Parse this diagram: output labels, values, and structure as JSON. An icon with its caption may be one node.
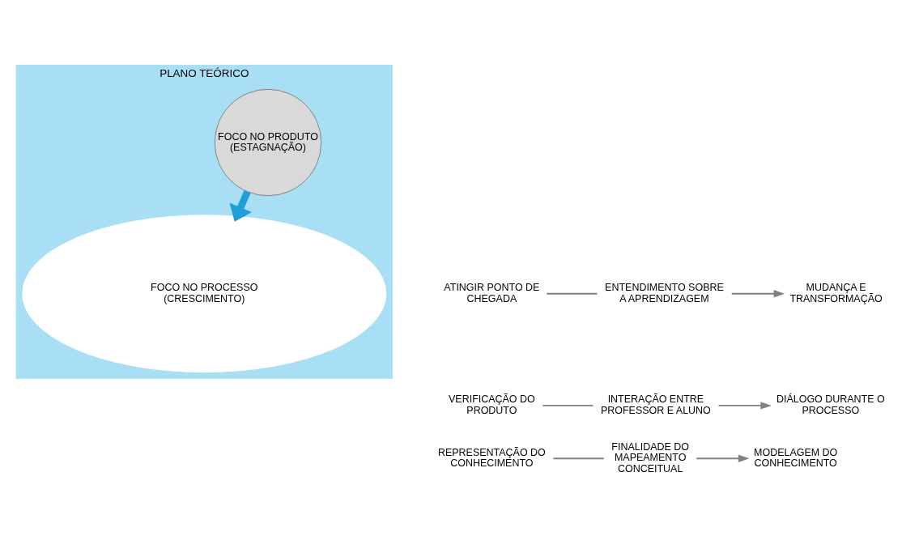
{
  "diagram": {
    "nodes": [
      {
        "text": [
          "PLANO TEÓRICO"
        ]
      },
      {
        "text": [
          "FOCO NO PRODUTO (ESTAGNAÇÃO)"
        ],
        "in": 0
      },
      {
        "text": [
          "FOCO NO PROCESSO (CRESCIMENTO)"
        ],
        "in": 0
      },
      {
        "text": [
          "ATINGIR PONTO DE CHEGADA"
        ]
      },
      {
        "text": [
          "ENTENDIMENTO SOBRE A APRENDIZAGEM"
        ]
      },
      {
        "text": [
          "MUDANÇA E TRANSFORMAÇÃO"
        ]
      },
      {
        "text": [
          "VERIFICAÇÃO DO PRODUTO"
        ]
      },
      {
        "text": [
          "INTERAÇÃO ENTRE PROFESSOR E ALUNO"
        ]
      },
      {
        "text": [
          "DIÁLOGO DURANTE O PROCESSO"
        ]
      },
      {
        "text": [
          "REPRESENTAÇÃO DO CONHECIMENTO"
        ]
      },
      {
        "text": [
          "FINALIDADE DO MAPEAMENTO CONCEITUAL"
        ]
      },
      {
        "text": [
          "MODELAGEM DO CONHECIMENTO"
        ]
      }
    ],
    "edges": [
      {
        "from": 1,
        "to": 2,
        "arrow": "to",
        "style": "thick",
        "color": "#1f9fd8"
      },
      {
        "from": 3,
        "to": 4,
        "arrow": "none"
      },
      {
        "from": 4,
        "to": 5,
        "arrow": "to"
      },
      {
        "from": 6,
        "to": 7,
        "arrow": "none"
      },
      {
        "from": 7,
        "to": 8,
        "arrow": "to"
      },
      {
        "from": 9,
        "to": 10,
        "arrow": "none"
      },
      {
        "from": 10,
        "to": 11,
        "arrow": "to"
      }
    ]
  }
}
